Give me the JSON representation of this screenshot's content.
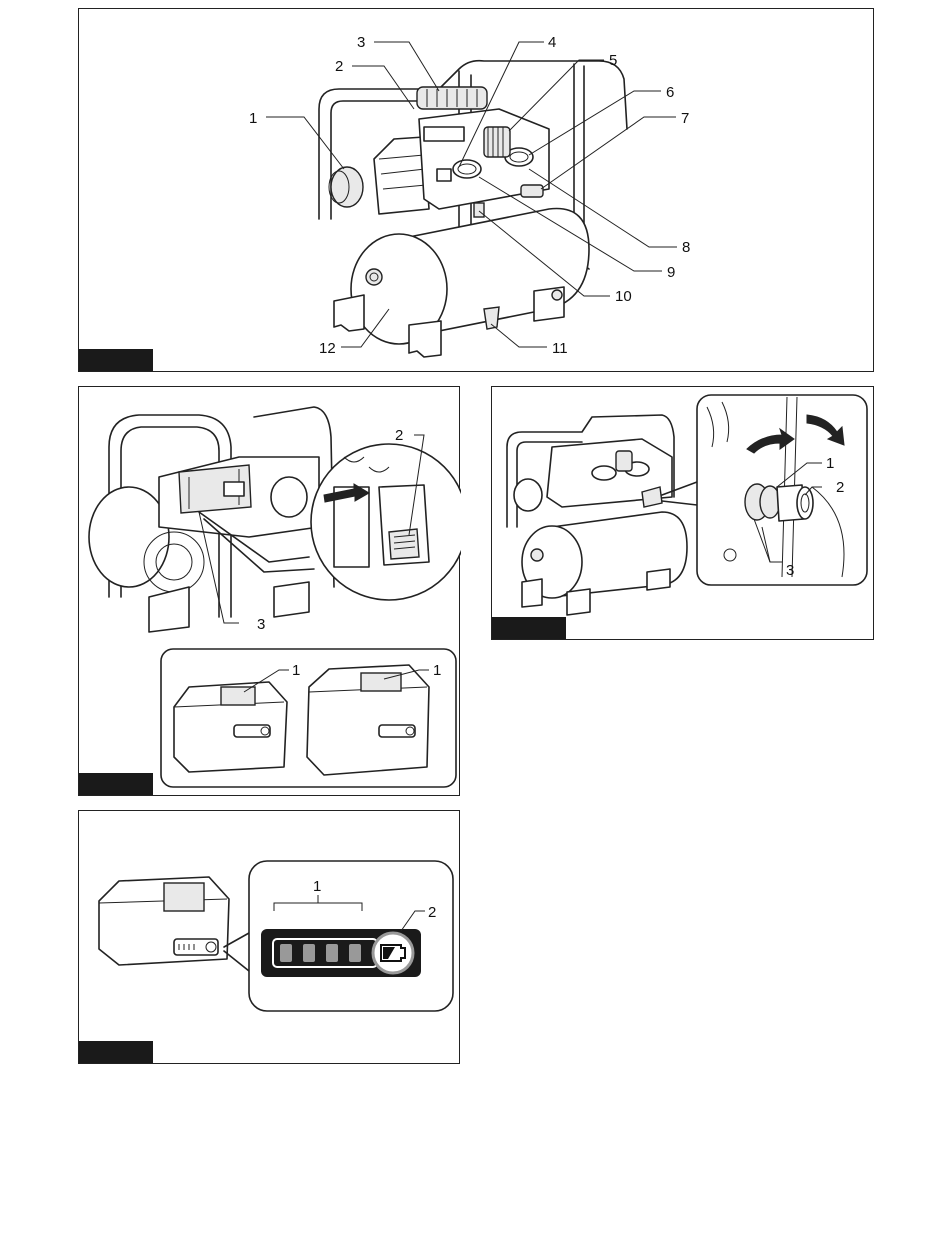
{
  "fig1": {
    "callouts": [
      "1",
      "2",
      "3",
      "4",
      "5",
      "6",
      "7",
      "8",
      "9",
      "10",
      "11",
      "12"
    ]
  },
  "fig2": {
    "callouts": [
      "1",
      "2",
      "3",
      "1"
    ]
  },
  "fig3": {
    "callouts": [
      "1",
      "2",
      "3"
    ]
  },
  "fig4": {
    "callouts": [
      "1",
      "2"
    ]
  }
}
